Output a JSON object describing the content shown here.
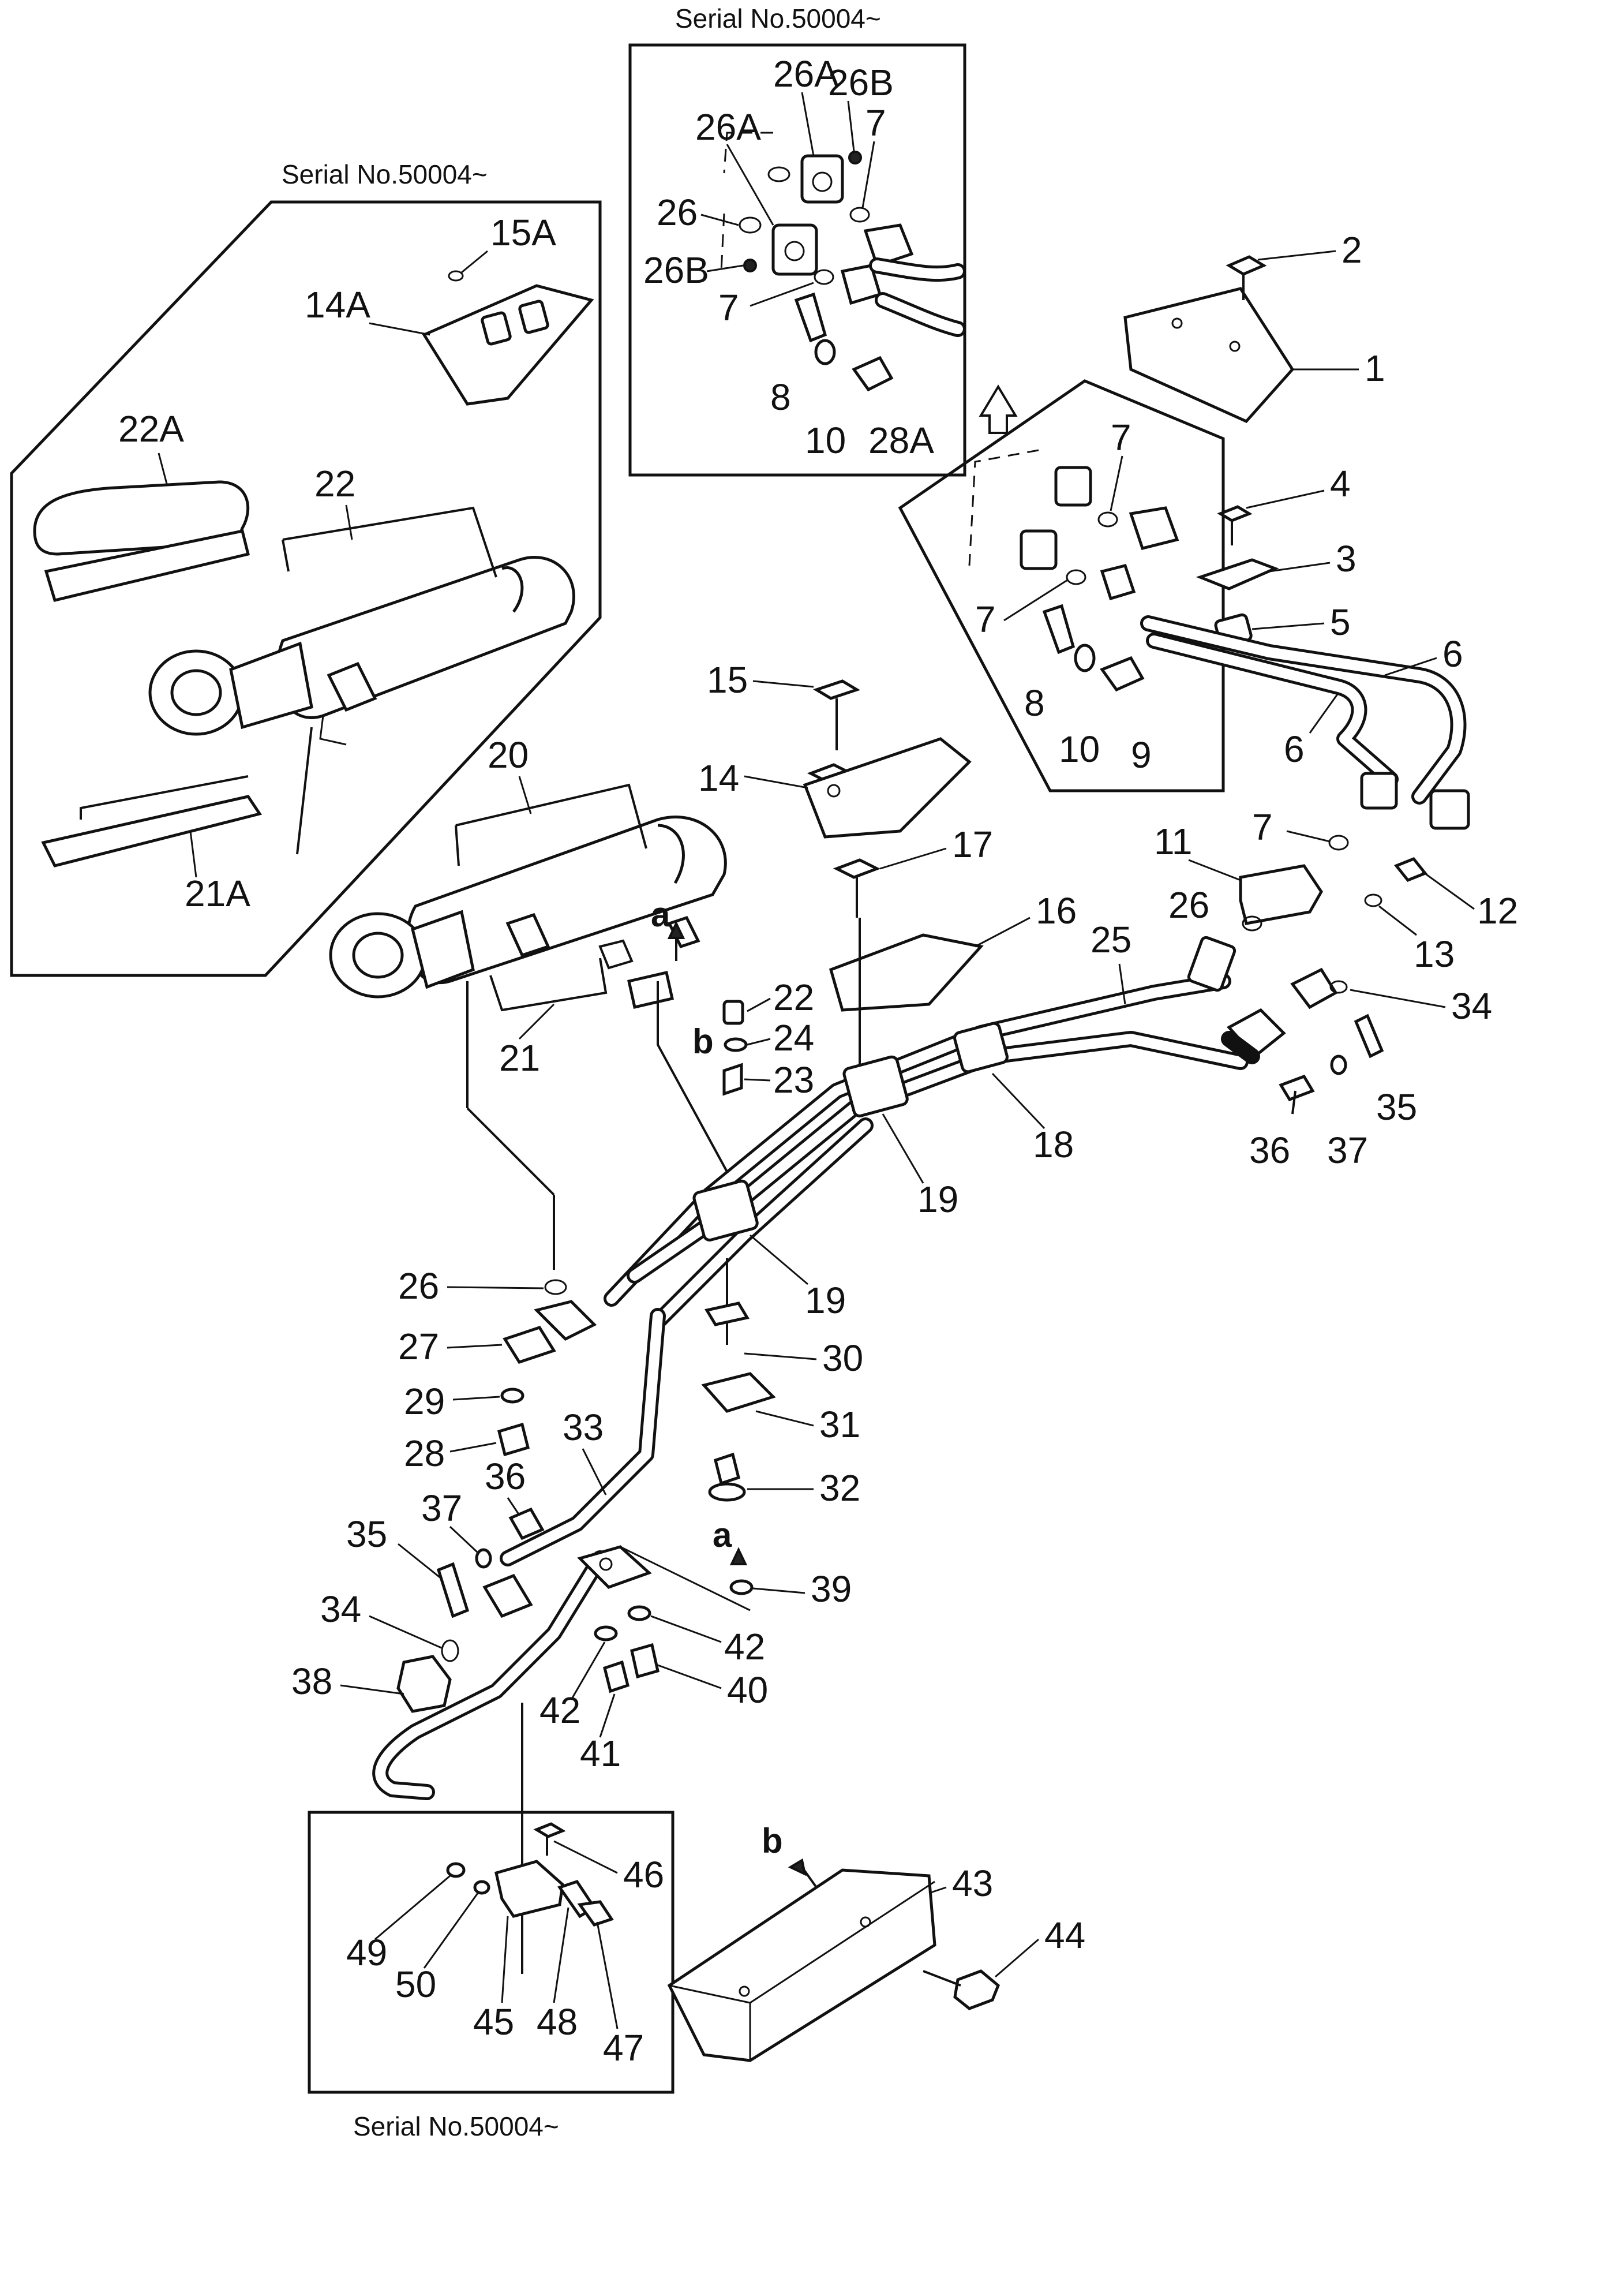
{
  "diagram": {
    "serial_notes": {
      "top_inset": "Serial No.50004~",
      "left_inset": "Serial No.50004~",
      "bottom_inset": "Serial No.50004~"
    },
    "callouts": {
      "n1": "1",
      "n2": "2",
      "n3": "3",
      "n4": "4",
      "n5": "5",
      "n6a": "6",
      "n6b": "6",
      "n7a": "7",
      "n7b": "7",
      "n7c": "7",
      "n7d": "7",
      "n7e": "7",
      "n8a": "8",
      "n8b": "8",
      "n9": "9",
      "n10a": "10",
      "n10b": "10",
      "n11": "11",
      "n12": "12",
      "n13": "13",
      "n14": "14",
      "n14A": "14A",
      "n15": "15",
      "n15A": "15A",
      "n16": "16",
      "n17": "17",
      "n18": "18",
      "n19a": "19",
      "n19b": "19",
      "n20": "20",
      "n21": "21",
      "n21A": "21A",
      "n22a": "22",
      "n22b": "22",
      "n22A": "22A",
      "n23": "23",
      "n24": "24",
      "n25": "25",
      "n26a": "26",
      "n26b": "26",
      "n26c": "26",
      "n26Aa": "26A",
      "n26Ab": "26A",
      "n26Ba": "26B",
      "n26Bb": "26B",
      "n27": "27",
      "n28": "28",
      "n28A": "28A",
      "n29": "29",
      "n30": "30",
      "n31": "31",
      "n32": "32",
      "n33": "33",
      "n34a": "34",
      "n34b": "34",
      "n35a": "35",
      "n35b": "35",
      "n36a": "36",
      "n36b": "36",
      "n37a": "37",
      "n37b": "37",
      "n38": "38",
      "n39": "39",
      "n40": "40",
      "n41": "41",
      "n42a": "42",
      "n42b": "42",
      "n43": "43",
      "n44": "44",
      "n45": "45",
      "n46": "46",
      "n47": "47",
      "n48": "48",
      "n49": "49",
      "n50": "50"
    },
    "markers": {
      "a_upper": "a",
      "a_lower": "a",
      "b_upper": "b",
      "b_lower": "b"
    }
  }
}
